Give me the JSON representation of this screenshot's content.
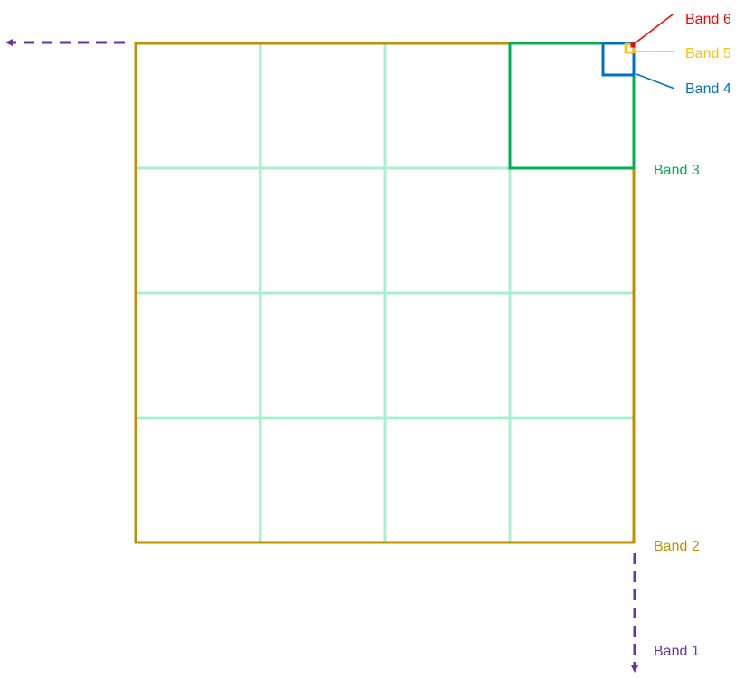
{
  "bands": [
    {
      "id": "band1",
      "label": "Band 1",
      "color": "#7030A0"
    },
    {
      "id": "band2",
      "label": "Band 2",
      "color": "#BF9000"
    },
    {
      "id": "band3",
      "label": "Band 3",
      "color": "#00B050"
    },
    {
      "id": "band4",
      "label": "Band 4",
      "color": "#0070C0"
    },
    {
      "id": "band5",
      "label": "Band 5",
      "color": "#FFC000"
    },
    {
      "id": "band6",
      "label": "Band 6",
      "color": "#FF0000"
    }
  ],
  "grid": {
    "rows": 4,
    "cols": 4,
    "line_color": "#A8F0D0"
  }
}
